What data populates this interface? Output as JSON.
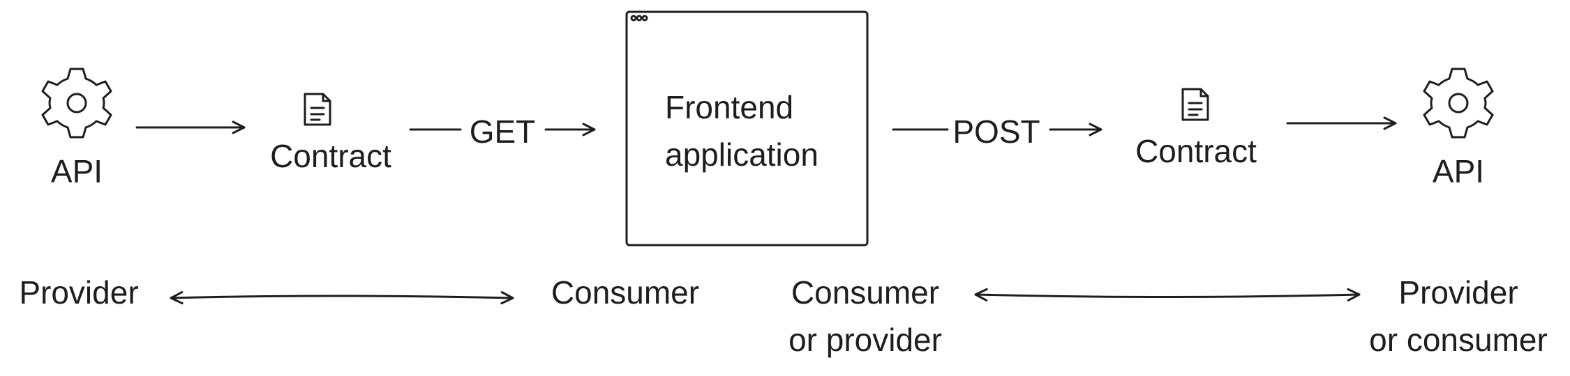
{
  "nodes": {
    "api_left": {
      "label": "API",
      "icon": "gear-icon"
    },
    "contract_left": {
      "label": "Contract",
      "icon": "document-icon"
    },
    "get_edge": {
      "label": "GET"
    },
    "frontend": {
      "line1": "Frontend",
      "line2": "application"
    },
    "post_edge": {
      "label": "POST"
    },
    "contract_right": {
      "label": "Contract",
      "icon": "document-icon"
    },
    "api_right": {
      "label": "API",
      "icon": "gear-icon"
    }
  },
  "roles": {
    "provider": "Provider",
    "consumer": "Consumer",
    "consumer_or_provider": {
      "line1": "Consumer",
      "line2": "or provider"
    },
    "provider_or_consumer": {
      "line1": "Provider",
      "line2": "or consumer"
    }
  },
  "colors": {
    "ink": "#1e1e1e",
    "background": "#ffffff"
  }
}
